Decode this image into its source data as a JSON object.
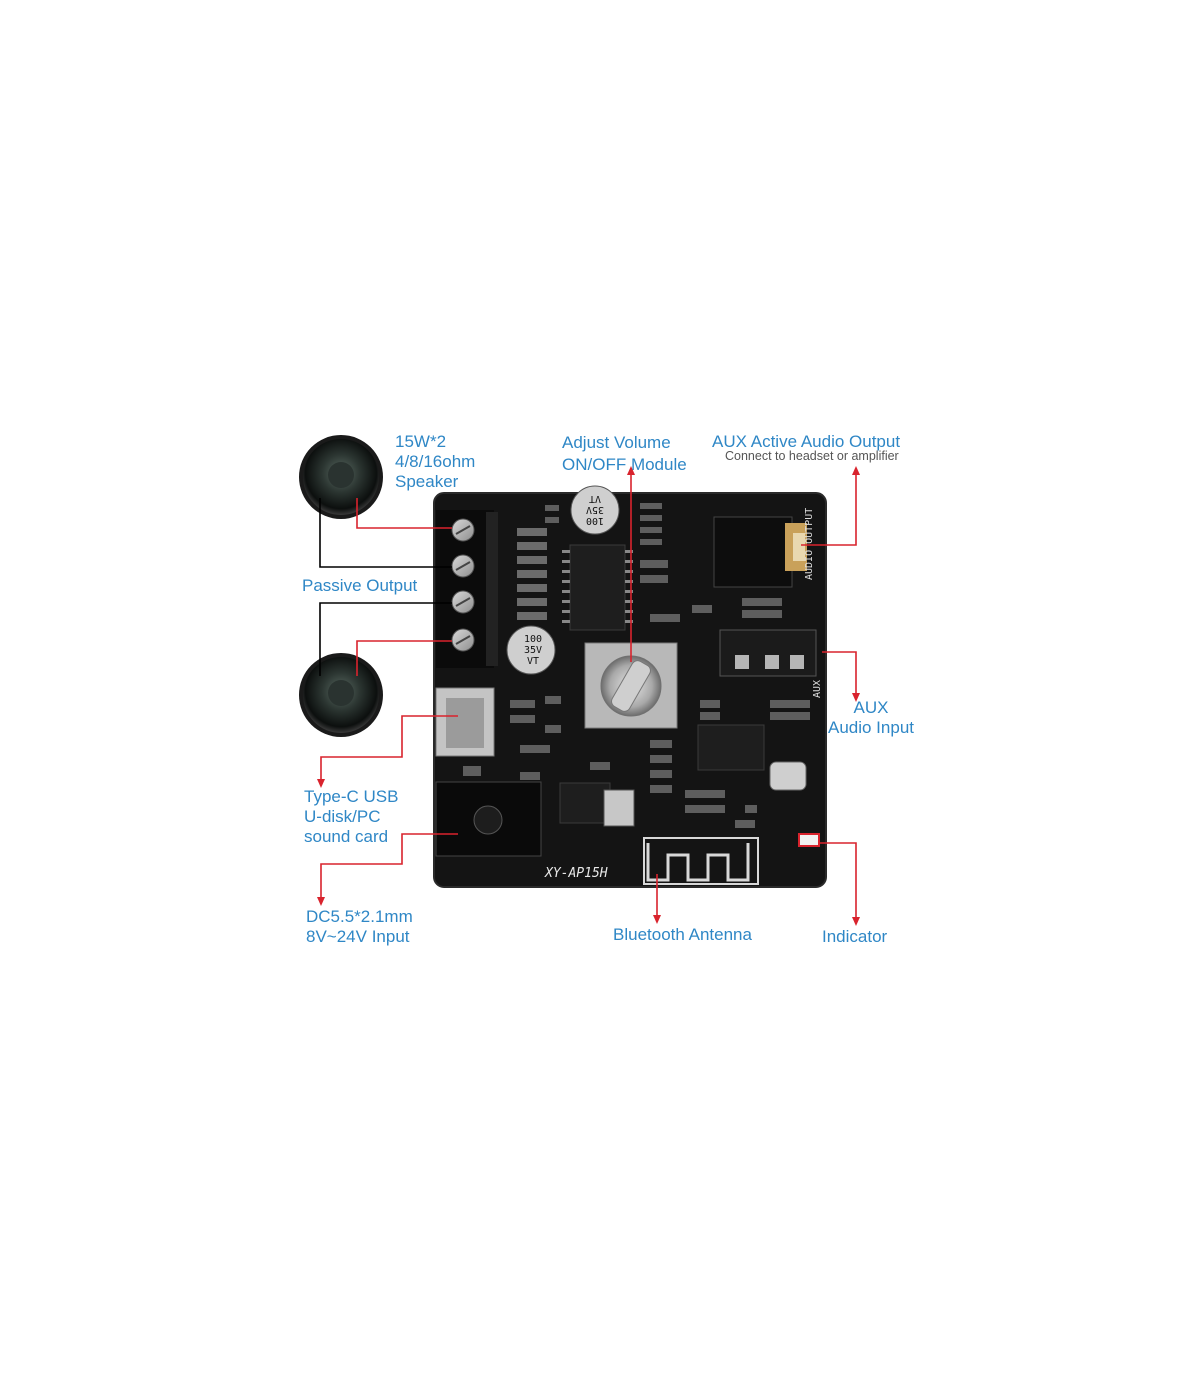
{
  "labels": {
    "speaker_spec": [
      "15W*2",
      "4/8/16ohm",
      "Speaker"
    ],
    "passive_output": "Passive Output",
    "adjust_volume": [
      "Adjust Volume",
      "ON/OFF Module"
    ],
    "aux_output_title": "AUX Active Audio Output",
    "aux_output_sub": "Connect to headset or amplifier",
    "aux_input": [
      "AUX",
      "Audio Input"
    ],
    "type_c": [
      "Type-C USB",
      "U-disk/PC",
      "sound card"
    ],
    "dc_input": [
      "DC5.5*2.1mm",
      "8V~24V Input"
    ],
    "bluetooth_antenna": "Bluetooth Antenna",
    "indicator": "Indicator"
  },
  "board": {
    "model": "XY-AP15H",
    "cap_top": [
      "100",
      "35V",
      "VT"
    ],
    "cap_mid": [
      "100",
      "35V",
      "VT"
    ],
    "silk_audio_output": "AUDIO OUTPUT",
    "silk_aux": "AUX"
  },
  "colors": {
    "label": "#2f87c6",
    "leader": "#d9232d",
    "board": "#141414"
  }
}
